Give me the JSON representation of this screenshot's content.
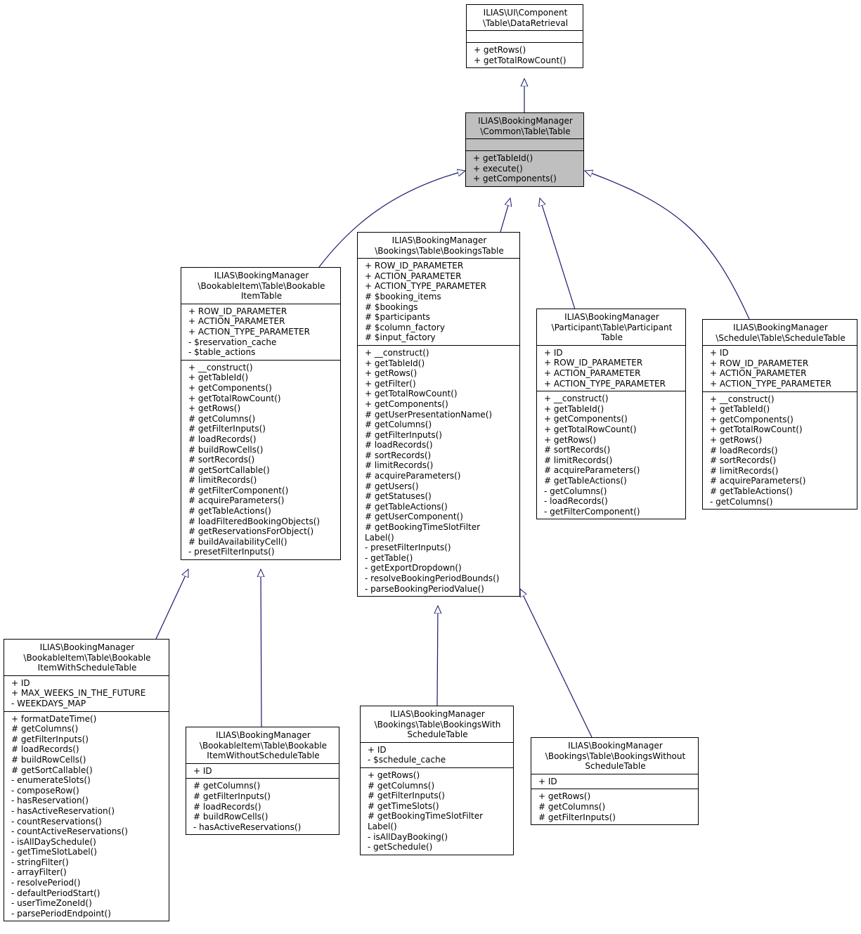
{
  "classes": {
    "dataretrieval": {
      "title": [
        "ILIAS\\UI\\Component",
        "\\Table\\DataRetrieval"
      ],
      "attributes": [],
      "methods": [
        "+ getRows()",
        "+ getTotalRowCount()"
      ]
    },
    "common_table": {
      "title": [
        "ILIAS\\BookingManager",
        "\\Common\\Table\\Table"
      ],
      "attributes": [],
      "methods": [
        "+ getTableId()",
        "+ execute()",
        "+ getComponents()"
      ]
    },
    "bookable_item_table": {
      "title": [
        "ILIAS\\BookingManager",
        "\\BookableItem\\Table\\Bookable",
        "ItemTable"
      ],
      "attributes": [
        "+ ROW_ID_PARAMETER",
        "+ ACTION_PARAMETER",
        "+ ACTION_TYPE_PARAMETER",
        "- $reservation_cache",
        "- $table_actions"
      ],
      "methods": [
        "+ __construct()",
        "+ getTableId()",
        "+ getComponents()",
        "+ getTotalRowCount()",
        "+ getRows()",
        "# getColumns()",
        "# getFilterInputs()",
        "# loadRecords()",
        "# buildRowCells()",
        "# sortRecords()",
        "# getSortCallable()",
        "# limitRecords()",
        "# getFilterComponent()",
        "# acquireParameters()",
        "# getTableActions()",
        "# loadFilteredBookingObjects()",
        "# getReservationsForObject()",
        "# buildAvailabilityCell()",
        "- presetFilterInputs()"
      ]
    },
    "bookings_table": {
      "title": [
        "ILIAS\\BookingManager",
        "\\Bookings\\Table\\BookingsTable"
      ],
      "attributes": [
        "+ ROW_ID_PARAMETER",
        "+ ACTION_PARAMETER",
        "+ ACTION_TYPE_PARAMETER",
        "# $booking_items",
        "# $bookings",
        "# $participants",
        "# $column_factory",
        "# $input_factory"
      ],
      "methods": [
        "+ __construct()",
        "+ getTableId()",
        "+ getRows()",
        "+ getFilter()",
        "+ getTotalRowCount()",
        "+ getComponents()",
        "# getUserPresentationName()",
        "# getColumns()",
        "# getFilterInputs()",
        "# loadRecords()",
        "# sortRecords()",
        "# limitRecords()",
        "# acquireParameters()",
        "# getUsers()",
        "# getStatuses()",
        "# getTableActions()",
        "# getUserComponent()",
        "# getBookingTimeSlotFilter",
        "Label()",
        "- presetFilterInputs()",
        "- getTable()",
        "- getExportDropdown()",
        "- resolveBookingPeriodBounds()",
        "- parseBookingPeriodValue()"
      ]
    },
    "participant_table": {
      "title": [
        "ILIAS\\BookingManager",
        "\\Participant\\Table\\Participant",
        "Table"
      ],
      "attributes": [
        "+ ID",
        "+ ROW_ID_PARAMETER",
        "+ ACTION_PARAMETER",
        "+ ACTION_TYPE_PARAMETER"
      ],
      "methods": [
        "+ __construct()",
        "+ getTableId()",
        "+ getComponents()",
        "+ getTotalRowCount()",
        "+ getRows()",
        "# sortRecords()",
        "# limitRecords()",
        "# acquireParameters()",
        "# getTableActions()",
        "- getColumns()",
        "- loadRecords()",
        "- getFilterComponent()"
      ]
    },
    "schedule_table": {
      "title": [
        "ILIAS\\BookingManager",
        "\\Schedule\\Table\\ScheduleTable"
      ],
      "attributes": [
        "+ ID",
        "+ ROW_ID_PARAMETER",
        "+ ACTION_PARAMETER",
        "+ ACTION_TYPE_PARAMETER"
      ],
      "methods": [
        "+ __construct()",
        "+ getTableId()",
        "+ getComponents()",
        "+ getTotalRowCount()",
        "+ getRows()",
        "# loadRecords()",
        "# sortRecords()",
        "# limitRecords()",
        "# acquireParameters()",
        "# getTableActions()",
        "- getColumns()"
      ]
    },
    "bookable_with_schedule": {
      "title": [
        "ILIAS\\BookingManager",
        "\\BookableItem\\Table\\Bookable",
        "ItemWithScheduleTable"
      ],
      "attributes": [
        "+ ID",
        "+ MAX_WEEKS_IN_THE_FUTURE",
        "- WEEKDAYS_MAP"
      ],
      "methods": [
        "+ formatDateTime()",
        "# getColumns()",
        "# getFilterInputs()",
        "# loadRecords()",
        "# buildRowCells()",
        "# getSortCallable()",
        "- enumerateSlots()",
        "- composeRow()",
        "- hasReservation()",
        "- hasActiveReservation()",
        "- countReservations()",
        "- countActiveReservations()",
        "- isAllDaySchedule()",
        "- getTimeSlotLabel()",
        "- stringFilter()",
        "- arrayFilter()",
        "- resolvePeriod()",
        "- defaultPeriodStart()",
        "- userTimeZoneId()",
        "- parsePeriodEndpoint()"
      ]
    },
    "bookable_without_schedule": {
      "title": [
        "ILIAS\\BookingManager",
        "\\BookableItem\\Table\\Bookable",
        "ItemWithoutScheduleTable"
      ],
      "attributes": [
        "+ ID"
      ],
      "methods": [
        "# getColumns()",
        "# getFilterInputs()",
        "# loadRecords()",
        "# buildRowCells()",
        "- hasActiveReservations()"
      ]
    },
    "bookings_with_schedule": {
      "title": [
        "ILIAS\\BookingManager",
        "\\Bookings\\Table\\BookingsWith",
        "ScheduleTable"
      ],
      "attributes": [
        "+ ID",
        "- $schedule_cache"
      ],
      "methods": [
        "+ getRows()",
        "# getColumns()",
        "# getFilterInputs()",
        "# getTimeSlots()",
        "# getBookingTimeSlotFilter",
        "Label()",
        "- isAllDayBooking()",
        "- getSchedule()"
      ]
    },
    "bookings_without_schedule": {
      "title": [
        "ILIAS\\BookingManager",
        "\\Bookings\\Table\\BookingsWithout",
        "ScheduleTable"
      ],
      "attributes": [
        "+ ID"
      ],
      "methods": [
        "+ getRows()",
        "# getColumns()",
        "# getFilterInputs()"
      ]
    }
  },
  "colors": {
    "edge": "#191970",
    "highlight_fill": "#bfbfbf",
    "border": "#000000"
  }
}
